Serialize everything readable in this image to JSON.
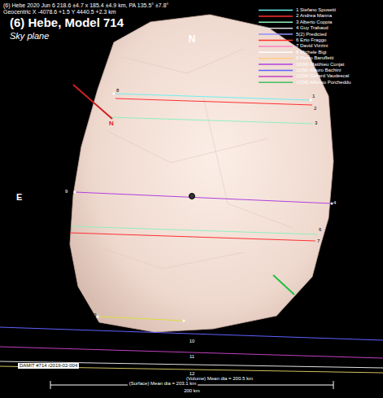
{
  "diagram": {
    "title": "(6) Hebe, Model 714",
    "labels": [
      "(6) Hebe 2020 Jun 6  218.6 ±4.7 x 185.4 ±4.9 km, PA 135.5° ±7.8°",
      "Geocentric X -4078.6 +1.5 Y 4440.5 +2.3 km",
      "Sky plane",
      "N",
      "E",
      "N",
      "1",
      "2",
      "3",
      "4",
      "6",
      "7",
      "8",
      "9",
      "13",
      "10",
      "11",
      "12",
      "DAMIT #714 r2019-02-004",
      "(Volume) Mean dia = 200.5 km",
      "(Surface) Mean dia = 203.1 km",
      "200 km"
    ],
    "legend": [
      {
        "text": "1  Stefano Sposetti"
      },
      {
        "text": "2  Andrea Manna"
      },
      {
        "text": "3  Alberto Coppia"
      },
      {
        "text": "4  Guy Trabaud"
      },
      {
        "text": "5(2)  Predicted"
      },
      {
        "text": "6  Ezio Fraggo"
      },
      {
        "text": "7  David Vizzini"
      },
      {
        "text": "8  Michele Bigi"
      },
      {
        "text": "9  Pietro Baruffetti"
      },
      {
        "text": "10(M)  Matthieu Conjat"
      },
      {
        "text": "11(M)  Mauro Bachini"
      },
      {
        "text": "12(M)  Gerard Vaudescal"
      },
      {
        "text": "13(M)  Alfonso Porcheddu"
      }
    ]
  }
}
